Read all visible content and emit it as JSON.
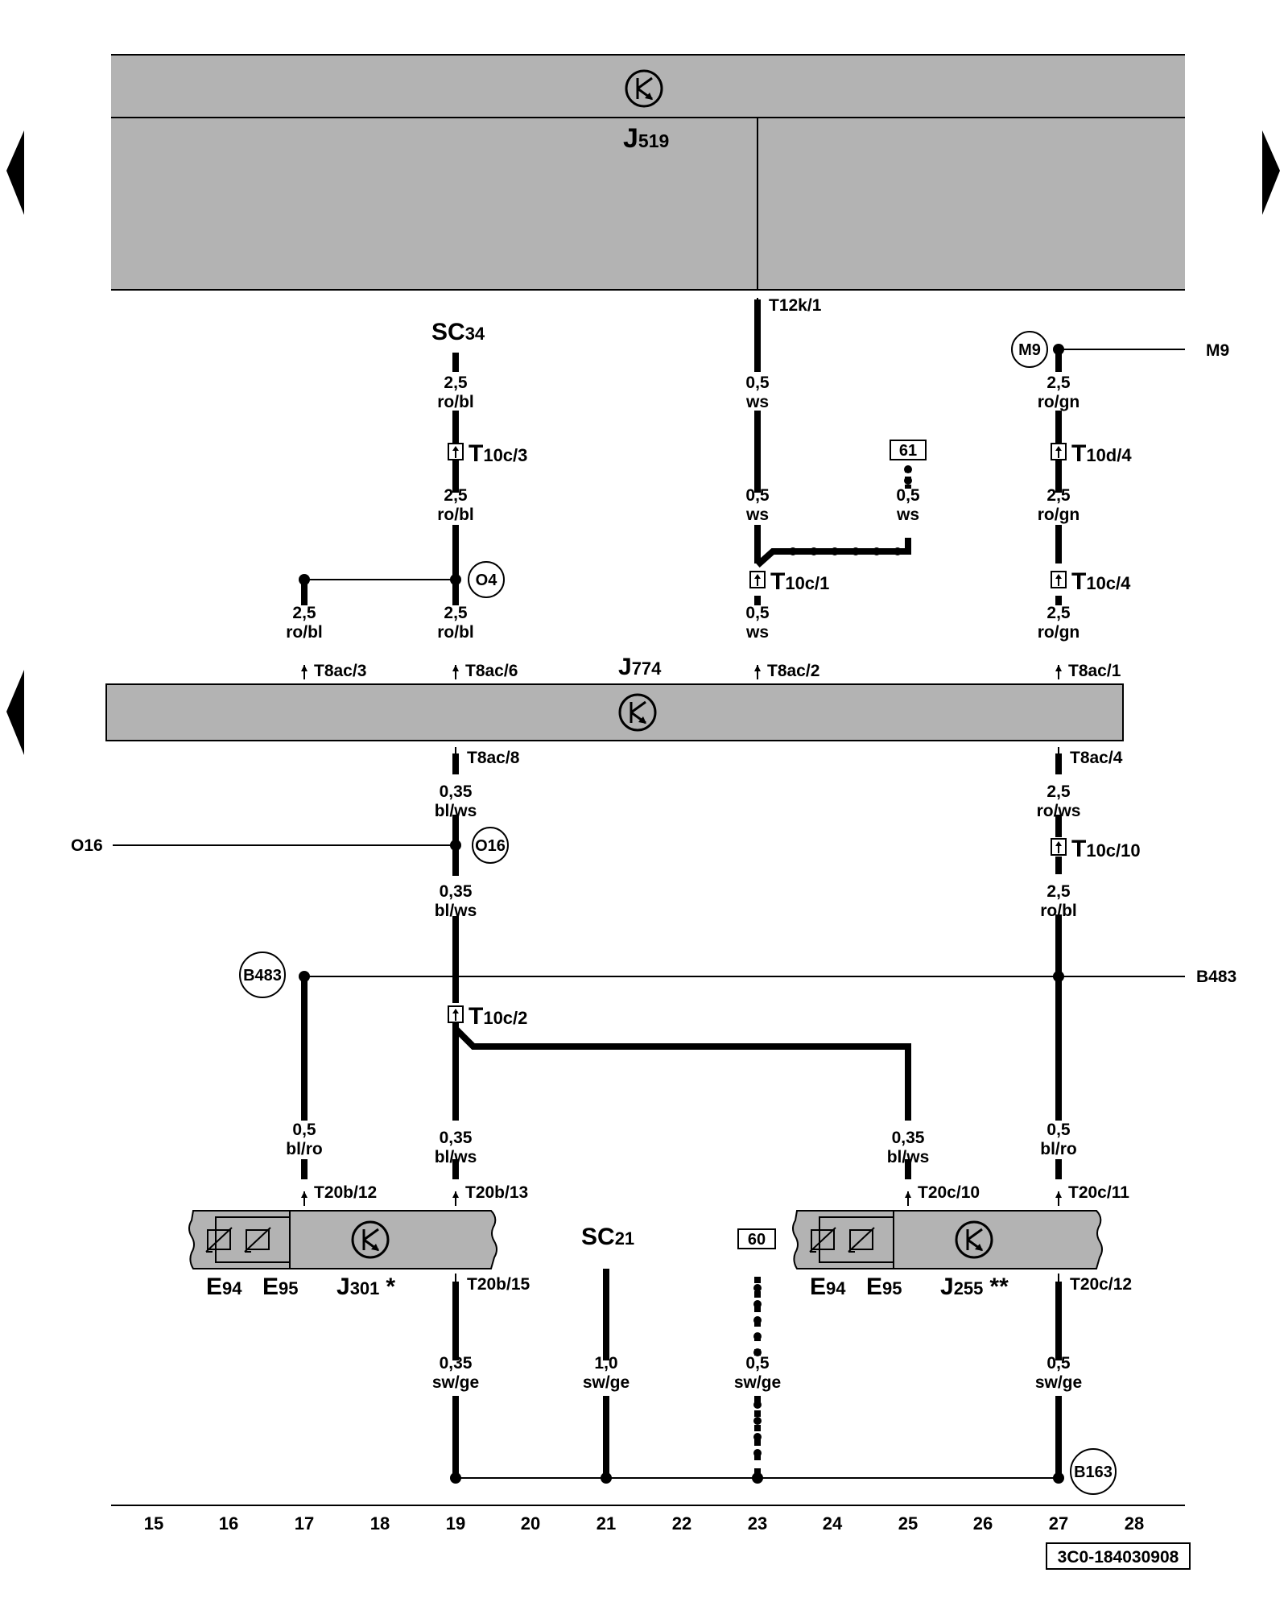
{
  "components": {
    "J519": {
      "letter": "J",
      "sub": "519"
    },
    "J774": {
      "letter": "J",
      "sub": "774"
    },
    "J301": {
      "letter": "J",
      "sub": "301",
      "mark": "*"
    },
    "J255": {
      "letter": "J",
      "sub": "255",
      "mark": "**"
    },
    "E94": {
      "letter": "E",
      "sub": "94"
    },
    "E95": {
      "letter": "E",
      "sub": "95"
    },
    "SC34": {
      "letter": "SC",
      "sub": "34"
    },
    "SC21": {
      "letter": "SC",
      "sub": "21"
    }
  },
  "inline_connectors": [
    {
      "letter": "T",
      "sub": "10c/3"
    },
    {
      "letter": "T",
      "sub": "10d/4"
    },
    {
      "letter": "T",
      "sub": "10c/1"
    },
    {
      "letter": "T",
      "sub": "10c/4"
    },
    {
      "letter": "T",
      "sub": "10c/10"
    },
    {
      "letter": "T",
      "sub": "10c/2"
    }
  ],
  "pins": [
    "T12k/1",
    "T8ac/3",
    "T8ac/6",
    "T8ac/2",
    "T8ac/1",
    "T8ac/8",
    "T8ac/4",
    "T20b/12",
    "T20b/13",
    "T20b/15",
    "T20c/10",
    "T20c/11",
    "T20c/12"
  ],
  "wires": [
    {
      "size": "2,5",
      "color": "ro/bl"
    },
    {
      "size": "2,5",
      "color": "ro/bl"
    },
    {
      "size": "2,5",
      "color": "ro/bl"
    },
    {
      "size": "2,5",
      "color": "ro/bl"
    },
    {
      "size": "0,5",
      "color": "ws"
    },
    {
      "size": "0,5",
      "color": "ws"
    },
    {
      "size": "0,5",
      "color": "ws"
    },
    {
      "size": "0,5",
      "color": "ws"
    },
    {
      "size": "2,5",
      "color": "ro/gn"
    },
    {
      "size": "2,5",
      "color": "ro/gn"
    },
    {
      "size": "2,5",
      "color": "ro/gn"
    },
    {
      "size": "0,35",
      "color": "bl/ws"
    },
    {
      "size": "0,35",
      "color": "bl/ws"
    },
    {
      "size": "2,5",
      "color": "ro/ws"
    },
    {
      "size": "2,5",
      "color": "ro/bl"
    },
    {
      "size": "0,5",
      "color": "bl/ro"
    },
    {
      "size": "0,35",
      "color": "bl/ws"
    },
    {
      "size": "0,35",
      "color": "bl/ws"
    },
    {
      "size": "0,5",
      "color": "bl/ro"
    },
    {
      "size": "0,35",
      "color": "sw/ge"
    },
    {
      "size": "1,0",
      "color": "sw/ge"
    },
    {
      "size": "0,5",
      "color": "sw/ge"
    },
    {
      "size": "0,5",
      "color": "sw/ge"
    }
  ],
  "circle_refs": [
    "M9",
    "O4",
    "O16",
    "B483",
    "B163"
  ],
  "side_refs": [
    "M9",
    "O16",
    "B483"
  ],
  "box_refs": [
    "61",
    "60"
  ],
  "columns": [
    "15",
    "16",
    "17",
    "18",
    "19",
    "20",
    "21",
    "22",
    "23",
    "24",
    "25",
    "26",
    "27",
    "28"
  ],
  "diagram_id": "3C0-184030908",
  "colors": {
    "module_fill": "#b3b3b3",
    "line": "#000000",
    "background": "#ffffff"
  }
}
